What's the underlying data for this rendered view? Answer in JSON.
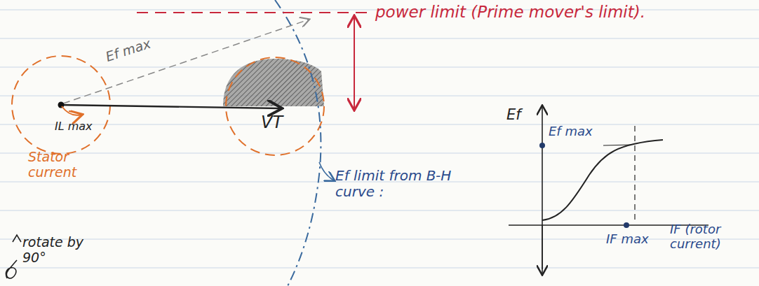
{
  "diagram": {
    "labels": [
      "power limit (Prime mover's limit).",
      "Ef max",
      "IL max",
      "Stator current",
      "VT",
      "Ef limit from B-H curve :",
      "Ef",
      "Ef max",
      "IF max",
      "IF (rotor current)",
      "rotate by 90°"
    ]
  }
}
